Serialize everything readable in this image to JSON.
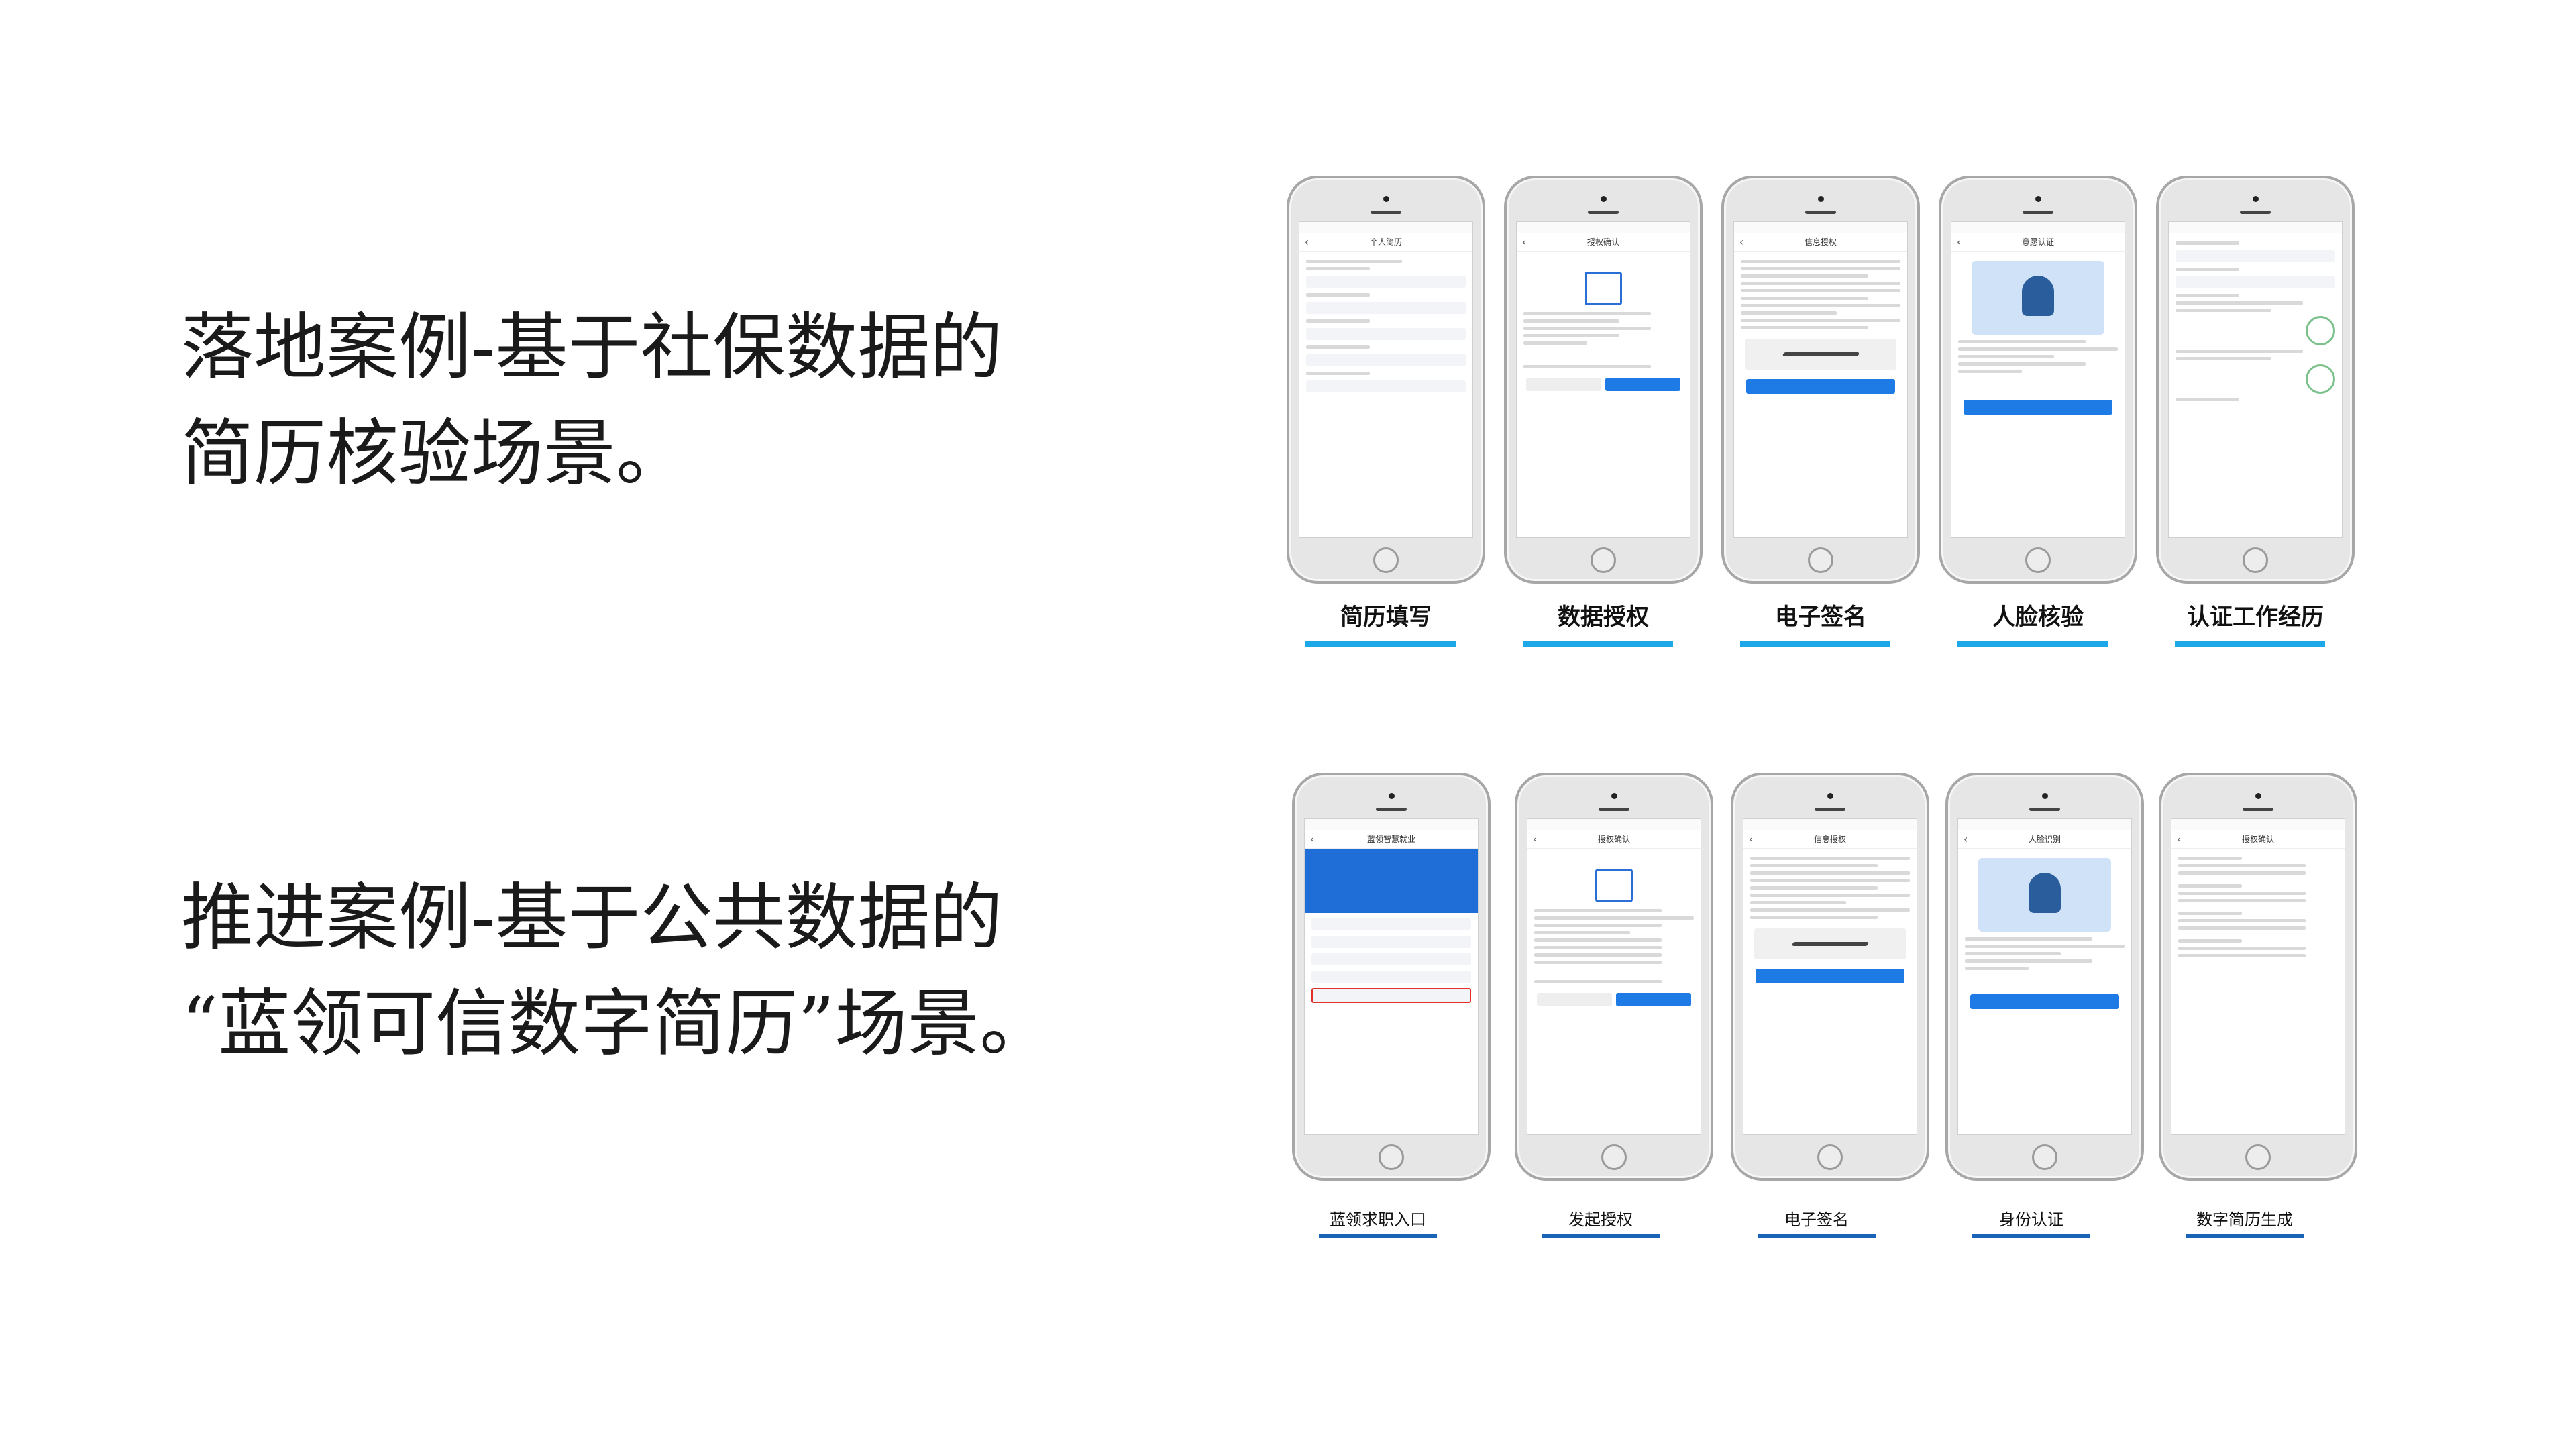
{
  "headings": {
    "case1": {
      "line1": "落地案例-基于社保数据的",
      "line2": "简历核验场景。"
    },
    "case2": {
      "line1": "推进案例-基于公共数据的",
      "line2": "“蓝领可信数字简历”场景。"
    }
  },
  "row1": {
    "phones": [
      {
        "screen_title": "个人简历",
        "caption": "简历填写"
      },
      {
        "screen_title": "授权确认",
        "caption": "数据授权"
      },
      {
        "screen_title": "信息授权",
        "caption": "电子签名"
      },
      {
        "screen_title": "意愿认证",
        "caption": "人脸核验"
      },
      {
        "screen_title": "",
        "caption": "认证工作经历"
      }
    ]
  },
  "row2": {
    "phones": [
      {
        "screen_title": "蓝领智慧就业",
        "caption": "蓝领求职入口"
      },
      {
        "screen_title": "授权确认",
        "caption": "发起授权"
      },
      {
        "screen_title": "信息授权",
        "caption": "电子签名"
      },
      {
        "screen_title": "人脸识别",
        "caption": "身份认证"
      },
      {
        "screen_title": "授权确认",
        "caption": "数字简历生成"
      }
    ]
  },
  "colors": {
    "accent_bar_row1": "#1ba7e8",
    "accent_bar_row2": "#1a64b8",
    "primary_button": "#1e7be6"
  }
}
